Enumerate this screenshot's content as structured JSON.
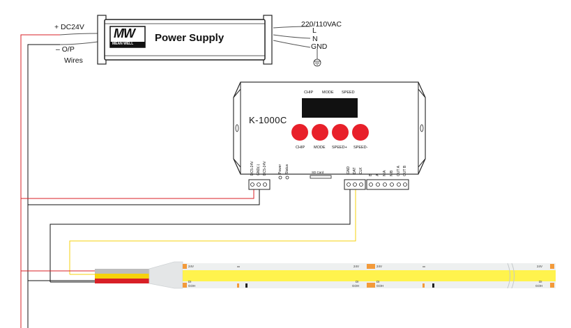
{
  "power_supply": {
    "title": "Power Supply",
    "logo_text": "MW",
    "logo_subtext": "MEAN WELL",
    "dc_plus": "+ DC24V",
    "dc_minus": "– O/P",
    "dc_wires": "Wires",
    "ac_label": "220/110VAC",
    "ac_l": "L",
    "ac_n": "N",
    "ac_gnd": "GND"
  },
  "controller": {
    "model": "K-1000C",
    "top_labels": [
      "CHIP",
      "MODE",
      "SPEED"
    ],
    "button_labels": [
      "CHIP",
      "MODE",
      "SPEED+",
      "SPEED-"
    ],
    "power_terminal_labels": [
      "DC5-24V",
      "GND(-)",
      "DC5-24V"
    ],
    "indicator_labels": [
      "Power",
      "Status"
    ],
    "sd_label": "SD Card",
    "signal_labels": [
      "GND",
      "DAT",
      "CLK"
    ],
    "out_labels": [
      "B",
      "A",
      "N/A",
      "N/B",
      "OUT A",
      "OUT B"
    ]
  },
  "strip": {
    "segment1": {
      "top_left": "24V",
      "bottom_left": "DI",
      "bottom_left2": "GOH",
      "mid": "24V",
      "mid2": "DI",
      "mid3": "GOH"
    },
    "segment2": {
      "top_left": "24V",
      "bottom_left": "DI",
      "bottom_left2": "GOH",
      "end": "24V",
      "end2": "DI",
      "end3": "GOH"
    }
  },
  "colors": {
    "wire_red": "#d81f26",
    "wire_yellow": "#f5d20c",
    "wire_black": "#111111",
    "button_red": "#e8202a",
    "strip_yellow": "#fff34d",
    "pad_orange": "#f39a3a"
  }
}
